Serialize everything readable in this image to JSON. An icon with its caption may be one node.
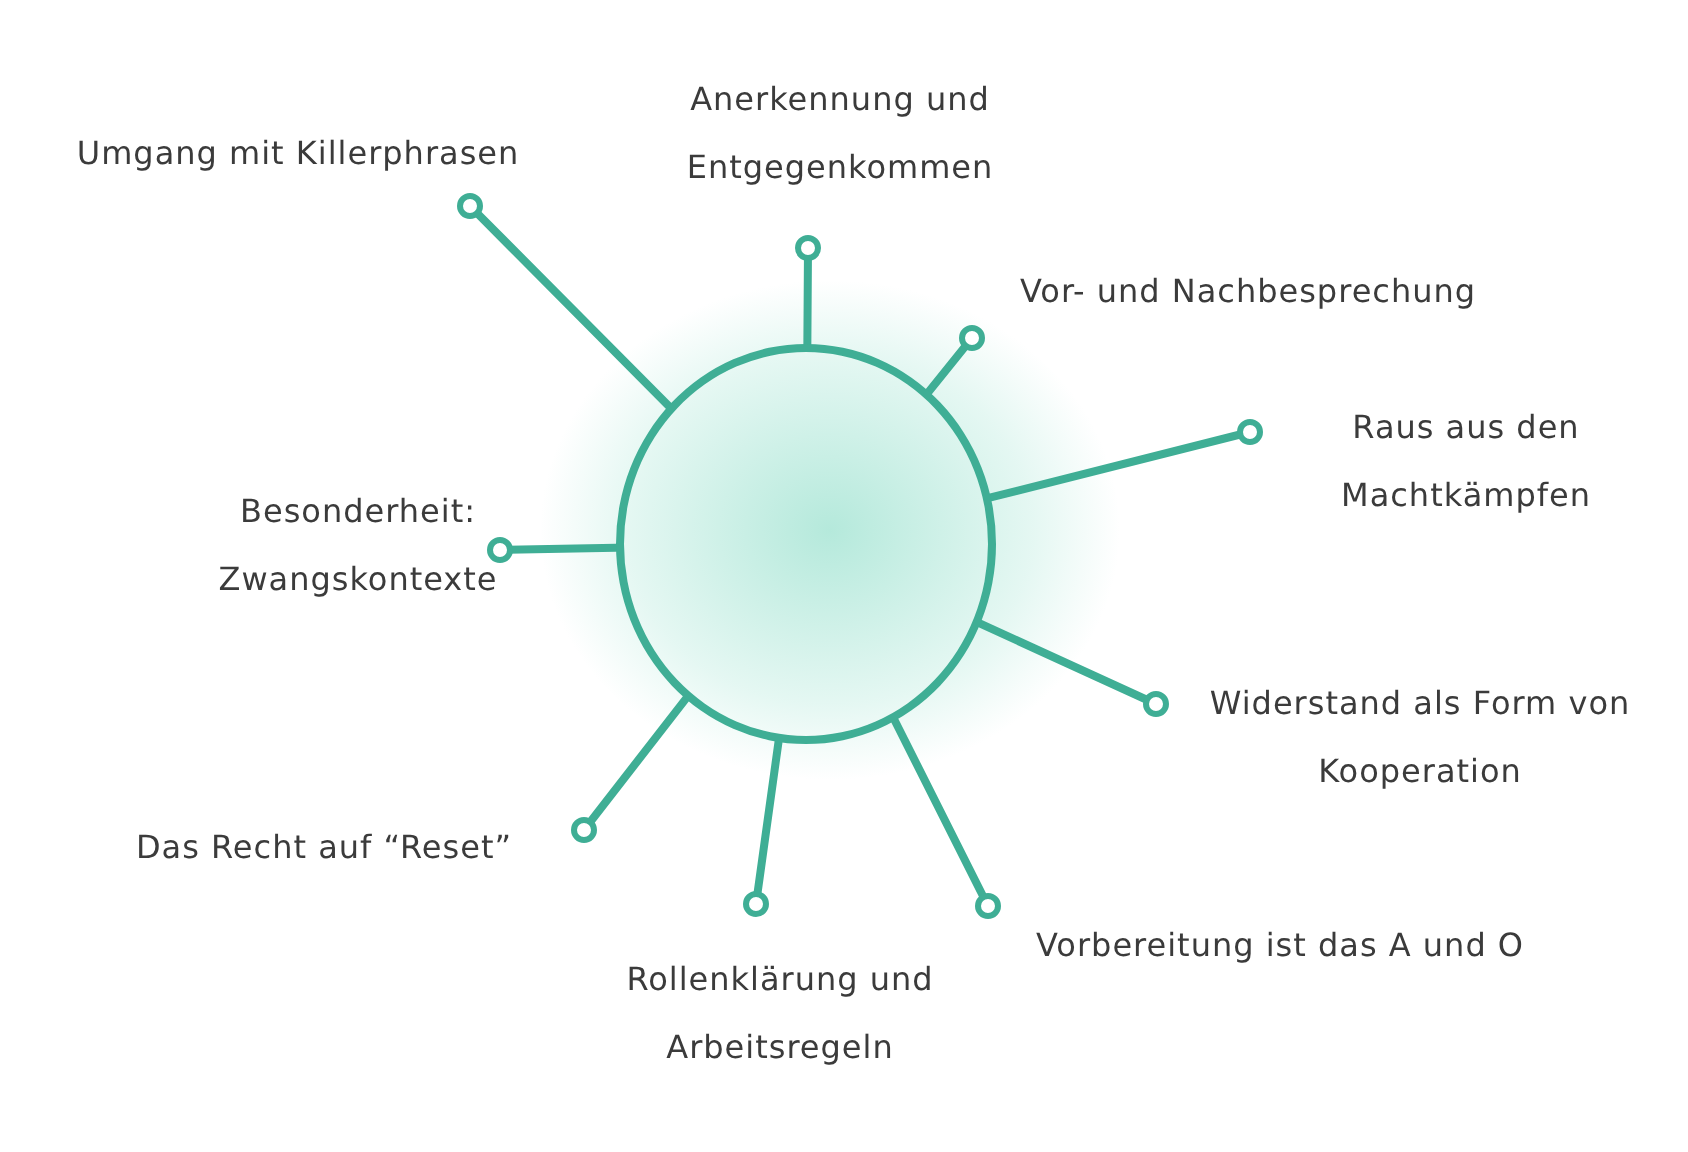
{
  "diagram": {
    "nodes": [
      {
        "text": [],
        "shape": "circle"
      },
      {
        "text": [
          "Umgang mit Killerphrasen"
        ]
      },
      {
        "text": [
          "Anerkennung und Entgegenkommen"
        ]
      },
      {
        "text": [
          "Vor- und Nachbesprechung"
        ]
      },
      {
        "text": [
          "Raus aus den Machtkämpfen"
        ]
      },
      {
        "text": [
          "Widerstand als Form von Kooperation"
        ]
      },
      {
        "text": [
          "Vorbereitung ist das A und O"
        ]
      },
      {
        "text": [
          "Rollenklärung und Arbeitsregeln"
        ]
      },
      {
        "text": [
          "Das Recht auf “Reset”"
        ]
      },
      {
        "text": [
          "Besonderheit: Zwangskontexte"
        ]
      }
    ],
    "edges": [
      {
        "from": 0,
        "to": 1,
        "arrow": "other"
      },
      {
        "from": 0,
        "to": 2,
        "arrow": "other"
      },
      {
        "from": 0,
        "to": 3,
        "arrow": "other"
      },
      {
        "from": 0,
        "to": 4,
        "arrow": "other"
      },
      {
        "from": 0,
        "to": 5,
        "arrow": "other"
      },
      {
        "from": 0,
        "to": 6,
        "arrow": "other"
      },
      {
        "from": 0,
        "to": 7,
        "arrow": "other"
      },
      {
        "from": 0,
        "to": 8,
        "arrow": "other"
      },
      {
        "from": 0,
        "to": 9,
        "arrow": "other"
      }
    ]
  }
}
